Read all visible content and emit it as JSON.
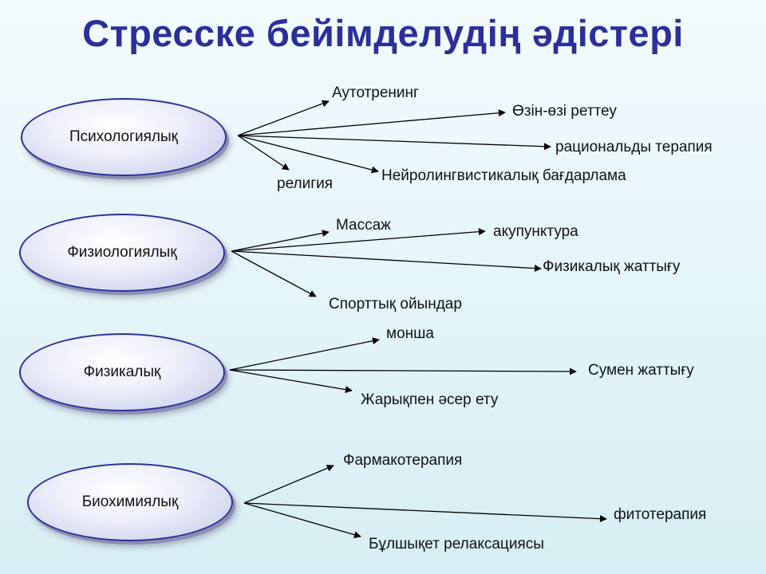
{
  "title": "Стресске бейімделудің әдістері",
  "groups": [
    {
      "name": "Психологиялық",
      "items": [
        "Аутотренинг",
        "Өзін-өзі реттеу",
        "рациональды терапия",
        "Нейролингвистикалық  бағдарлама",
        "религия"
      ]
    },
    {
      "name": "Физиологиялық",
      "items": [
        "Массаж",
        "акупунктура",
        "Физикалық жаттығу",
        "Спорттық ойындар"
      ]
    },
    {
      "name": "Физикалық",
      "items": [
        "монша",
        "Сумен жаттығу",
        "Жарықпен әсер ету"
      ]
    },
    {
      "name": "Биохимиялық",
      "items": [
        "Фармакотерапия",
        "фитотерапия",
        "Бұлшықет релаксациясы"
      ]
    }
  ]
}
